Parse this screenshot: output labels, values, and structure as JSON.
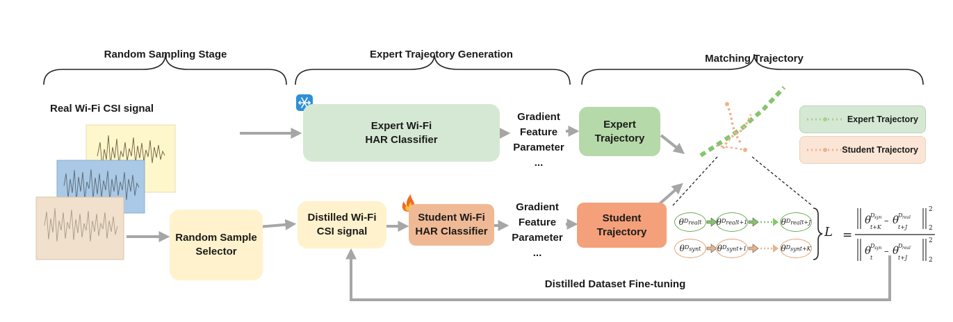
{
  "stages": {
    "random_sampling": "Random Sampling Stage",
    "expert_generation": "Expert Trajectory Generation",
    "matching": "Matching Trajectory"
  },
  "input_label": "Real Wi-Fi CSI signal",
  "boxes": {
    "expert_classifier": "Expert Wi-Fi\nHAR Classifier",
    "random_selector": "Random Sample\nSelector",
    "distilled_signal": "Distilled Wi-Fi\nCSI signal",
    "student_classifier": "Student Wi-Fi\nHAR Classifier",
    "expert_trajectory": "Expert\nTrajectory",
    "student_trajectory": "Student\nTrajectory"
  },
  "gradient_top": [
    "Gradient",
    "Feature",
    "Parameter",
    "..."
  ],
  "gradient_bottom": [
    "Gradient",
    "Feature",
    "Parameter",
    "..."
  ],
  "legend": {
    "expert": "Expert Trajectory",
    "student": "Student Trajectory"
  },
  "loss_label": "L",
  "finetune_label": "Distilled Dataset Fine-tuning",
  "colors": {
    "expert_green": "#d5e8d4",
    "selector_yellow": "#fff2cc",
    "student_orange": "#f0b995",
    "student_traj": "#f4a07a",
    "arrow_gray": "#a6a6a6"
  },
  "icons": {
    "frozen": "snowflake-icon",
    "trainable": "flame-icon"
  }
}
